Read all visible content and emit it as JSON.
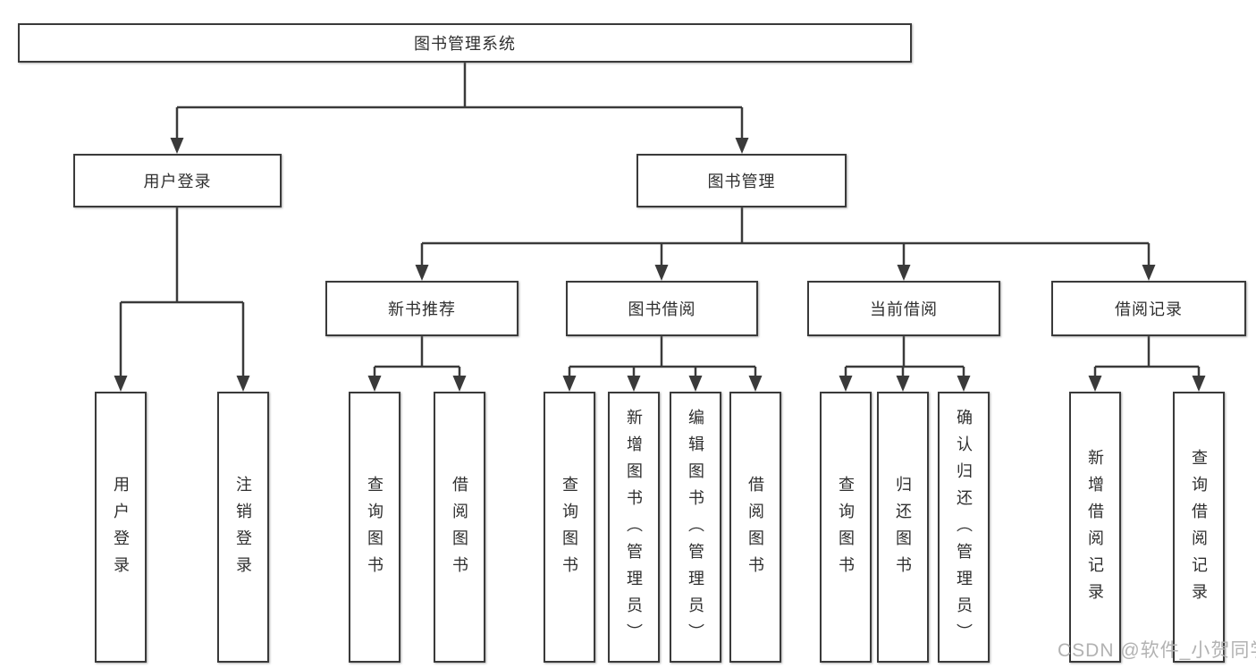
{
  "tree": {
    "root": "图书管理系统",
    "login": {
      "label": "用户登录",
      "leaves": [
        "用户登录",
        "注销登录"
      ]
    },
    "management": {
      "label": "图书管理",
      "groups": [
        {
          "label": "新书推荐",
          "leaves": [
            "查询图书",
            "借阅图书"
          ]
        },
        {
          "label": "图书借阅",
          "leaves": [
            "查询图书",
            "新增图书（管理员）",
            "编辑图书（管理员）",
            "借阅图书"
          ]
        },
        {
          "label": "当前借阅",
          "leaves": [
            "查询图书",
            "归还图书",
            "确认归还（管理员）"
          ]
        },
        {
          "label": "借阅记录",
          "leaves": [
            "新增借阅记录",
            "查询借阅记录"
          ]
        }
      ]
    }
  },
  "watermark": "CSDN @软件_小贺同学",
  "colors": {
    "line": "#3a3a3a",
    "box_border": "#3a3a3a",
    "text": "#2f2f2f",
    "watermark": "#b2b2b2",
    "background": "#ffffff"
  }
}
